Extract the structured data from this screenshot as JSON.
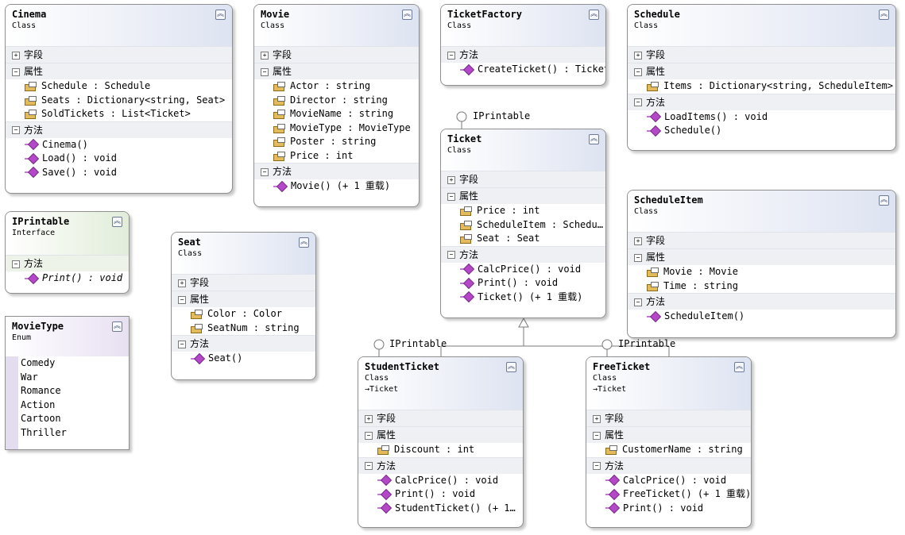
{
  "labels": {
    "section_fields": "字段",
    "section_properties": "属性",
    "section_methods": "方法"
  },
  "lollipops": {
    "ticket": "IPrintable",
    "student": "IPrintable",
    "free": "IPrintable"
  },
  "cinema": {
    "name": "Cinema",
    "stereotype": "Class",
    "properties": [
      "Schedule : Schedule",
      "Seats : Dictionary<string, Seat>",
      "SoldTickets : List<Ticket>"
    ],
    "methods": [
      "Cinema()",
      "Load() : void",
      "Save() : void"
    ]
  },
  "movie": {
    "name": "Movie",
    "stereotype": "Class",
    "properties": [
      "Actor : string",
      "Director : string",
      "MovieName : string",
      "MovieType : MovieType",
      "Poster : string",
      "Price : int"
    ],
    "methods": [
      "Movie() (+ 1 重载)"
    ]
  },
  "ticket_factory": {
    "name": "TicketFactory",
    "stereotype": "Class",
    "methods": [
      "CreateTicket() : Ticket"
    ]
  },
  "schedule": {
    "name": "Schedule",
    "stereotype": "Class",
    "properties": [
      "Items : Dictionary<string, ScheduleItem>"
    ],
    "methods": [
      "LoadItems() : void",
      "Schedule()"
    ]
  },
  "iprintable": {
    "name": "IPrintable",
    "stereotype": "Interface",
    "methods": [
      "Print() : void"
    ]
  },
  "seat": {
    "name": "Seat",
    "stereotype": "Class",
    "properties": [
      "Color : Color",
      "SeatNum : string"
    ],
    "methods": [
      "Seat()"
    ]
  },
  "ticket": {
    "name": "Ticket",
    "stereotype": "Class",
    "properties": [
      "Price : int",
      "ScheduleItem : Schedu…",
      "Seat : Seat"
    ],
    "methods": [
      "CalcPrice() : void",
      "Print() : void",
      "Ticket() (+ 1 重载)"
    ]
  },
  "schedule_item": {
    "name": "ScheduleItem",
    "stereotype": "Class",
    "properties": [
      "Movie : Movie",
      "Time : string"
    ],
    "methods": [
      "ScheduleItem()"
    ]
  },
  "movie_type": {
    "name": "MovieType",
    "stereotype": "Enum",
    "values": [
      "Comedy",
      "War",
      "Romance",
      "Action",
      "Cartoon",
      "Thriller"
    ]
  },
  "student_ticket": {
    "name": "StudentTicket",
    "stereotype": "Class",
    "base": "Ticket",
    "properties": [
      "Discount : int"
    ],
    "methods": [
      "CalcPrice() : void",
      "Print() : void",
      "StudentTicket() (+ 1…"
    ]
  },
  "free_ticket": {
    "name": "FreeTicket",
    "stereotype": "Class",
    "base": "Ticket",
    "properties": [
      "CustomerName : string"
    ],
    "methods": [
      "CalcPrice() : void",
      "FreeTicket() (+ 1 重载)",
      "Print() : void"
    ]
  }
}
